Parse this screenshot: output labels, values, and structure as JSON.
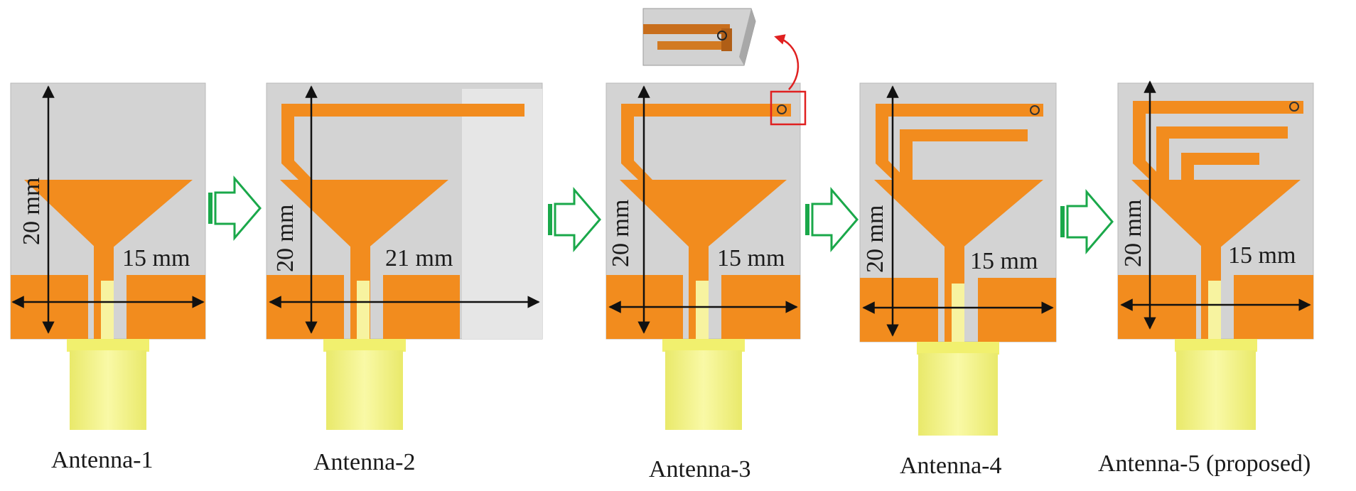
{
  "colors": {
    "substrate": "#d3d3d3",
    "copper": "#f28c1e",
    "connector": "#f3f37a",
    "flow_arrow": "#1aa84a",
    "highlight": "#e02020",
    "dimension": "#111111"
  },
  "antennas": [
    {
      "name": "Antenna-1",
      "width_label": "15 mm",
      "height_label": "20 mm"
    },
    {
      "name": "Antenna-2",
      "width_label": "21 mm",
      "height_label": "20 mm"
    },
    {
      "name": "Antenna-3",
      "width_label": "15 mm",
      "height_label": "20 mm"
    },
    {
      "name": "Antenna-4",
      "width_label": "15 mm",
      "height_label": "20 mm"
    },
    {
      "name": "Antenna-5 (proposed)",
      "width_label": "15 mm",
      "height_label": "20 mm"
    }
  ],
  "icons": {
    "flow_arrow": "hollow-right-arrow-icon",
    "zoom_arrow": "curved-arrow-icon",
    "via": "circle-via-icon"
  }
}
